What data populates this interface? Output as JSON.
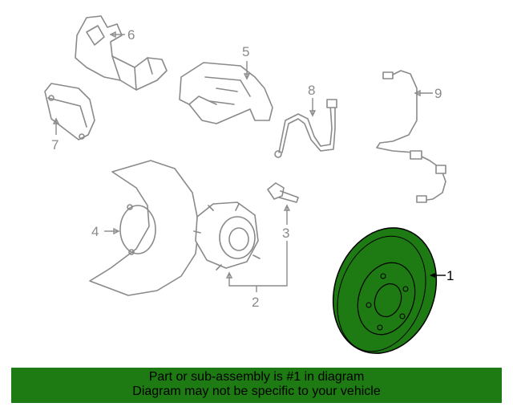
{
  "callouts": {
    "c1": "1",
    "c2": "2",
    "c3": "3",
    "c4": "4",
    "c5": "5",
    "c6": "6",
    "c7": "7",
    "c8": "8",
    "c9": "9"
  },
  "banner": {
    "line1": "Part or sub-assembly is #1 in diagram",
    "line2": "Diagram may not be specific to your vehicle"
  },
  "colors": {
    "highlight_part": "#1e7a12",
    "banner_background": "#1e7a12",
    "line_art": "#8a8a8a"
  }
}
